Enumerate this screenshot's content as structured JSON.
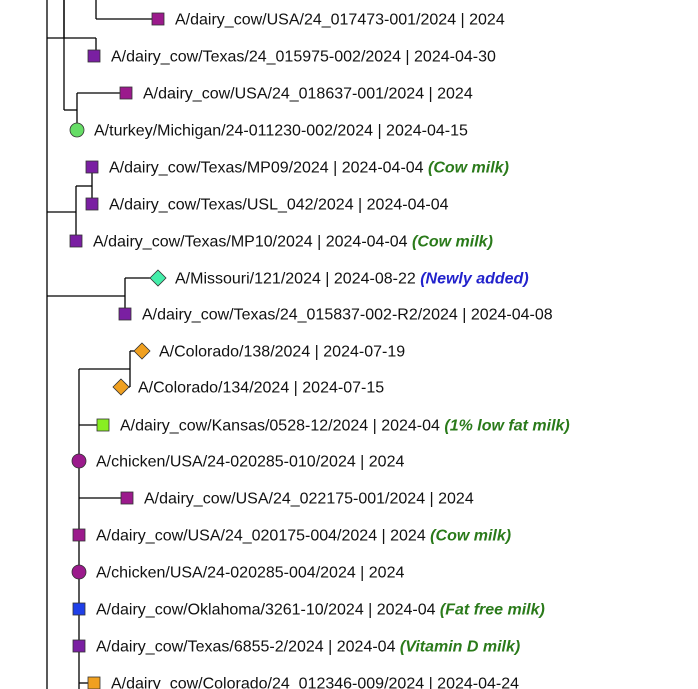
{
  "colors": {
    "dairy_cow_purple": "#7a1fa2",
    "dairy_cow_usa_magenta": "#9b1a8c",
    "turkey_green": "#66dd66",
    "missouri_teal": "#44eeaa",
    "colorado_orange": "#f0a020",
    "kansas_lime": "#88ee22",
    "chicken_magenta": "#9b1a8c",
    "oklahoma_blue": "#1f3fe8",
    "note_green": "#2a7a1a",
    "note_blue": "#2222cc"
  },
  "tips": [
    {
      "label": "A/dairy_cow/USA/24_017473-001/2024 | 2024",
      "note": "",
      "marker": "square",
      "color": "#9b1a8c",
      "note_color": ""
    },
    {
      "label": "A/dairy_cow/Texas/24_015975-002/2024 | 2024-04-30",
      "note": "",
      "marker": "square",
      "color": "#7a1fa2",
      "note_color": ""
    },
    {
      "label": "A/dairy_cow/USA/24_018637-001/2024 | 2024",
      "note": "",
      "marker": "square",
      "color": "#9b1a8c",
      "note_color": ""
    },
    {
      "label": "A/turkey/Michigan/24-011230-002/2024 | 2024-04-15",
      "note": "",
      "marker": "circle",
      "color": "#66dd66",
      "note_color": ""
    },
    {
      "label": "A/dairy_cow/Texas/MP09/2024 | 2024-04-04",
      "note": "(Cow milk)",
      "marker": "square",
      "color": "#7a1fa2",
      "note_color": "#2a7a1a"
    },
    {
      "label": "A/dairy_cow/Texas/USL_042/2024 | 2024-04-04",
      "note": "",
      "marker": "square",
      "color": "#7a1fa2",
      "note_color": ""
    },
    {
      "label": "A/dairy_cow/Texas/MP10/2024 | 2024-04-04",
      "note": "(Cow milk)",
      "marker": "square",
      "color": "#7a1fa2",
      "note_color": "#2a7a1a"
    },
    {
      "label": "A/Missouri/121/2024 | 2024-08-22",
      "note": "(Newly added)",
      "marker": "diamond",
      "color": "#44eeaa",
      "note_color": "#2222cc"
    },
    {
      "label": "A/dairy_cow/Texas/24_015837-002-R2/2024 | 2024-04-08",
      "note": "",
      "marker": "square",
      "color": "#7a1fa2",
      "note_color": ""
    },
    {
      "label": "A/Colorado/138/2024 | 2024-07-19",
      "note": "",
      "marker": "diamond",
      "color": "#f0a020",
      "note_color": ""
    },
    {
      "label": "A/Colorado/134/2024 | 2024-07-15",
      "note": "",
      "marker": "diamond",
      "color": "#f0a020",
      "note_color": ""
    },
    {
      "label": "A/dairy_cow/Kansas/0528-12/2024 | 2024-04",
      "note": "(1% low fat milk)",
      "marker": "square",
      "color": "#88ee22",
      "note_color": "#2a7a1a"
    },
    {
      "label": "A/chicken/USA/24-020285-010/2024 | 2024",
      "note": "",
      "marker": "circle",
      "color": "#9b1a8c",
      "note_color": ""
    },
    {
      "label": "A/dairy_cow/USA/24_022175-001/2024 | 2024",
      "note": "",
      "marker": "square",
      "color": "#9b1a8c",
      "note_color": ""
    },
    {
      "label": "A/dairy_cow/USA/24_020175-004/2024 | 2024",
      "note": "(Cow milk)",
      "marker": "square",
      "color": "#9b1a8c",
      "note_color": "#2a7a1a"
    },
    {
      "label": "A/chicken/USA/24-020285-004/2024 | 2024",
      "note": "",
      "marker": "circle",
      "color": "#9b1a8c",
      "note_color": ""
    },
    {
      "label": "A/dairy_cow/Oklahoma/3261-10/2024 | 2024-04",
      "note": "(Fat free milk)",
      "marker": "square",
      "color": "#1f3fe8",
      "note_color": "#2a7a1a"
    },
    {
      "label": "A/dairy_cow/Texas/6855-2/2024 | 2024-04",
      "note": "(Vitamin D milk)",
      "marker": "square",
      "color": "#7a1fa2",
      "note_color": "#2a7a1a"
    },
    {
      "label": "A/dairy_cow/Colorado/24_012346-009/2024 | 2024-04-24",
      "note": "",
      "marker": "square",
      "color": "#f0a020",
      "note_color": ""
    }
  ]
}
